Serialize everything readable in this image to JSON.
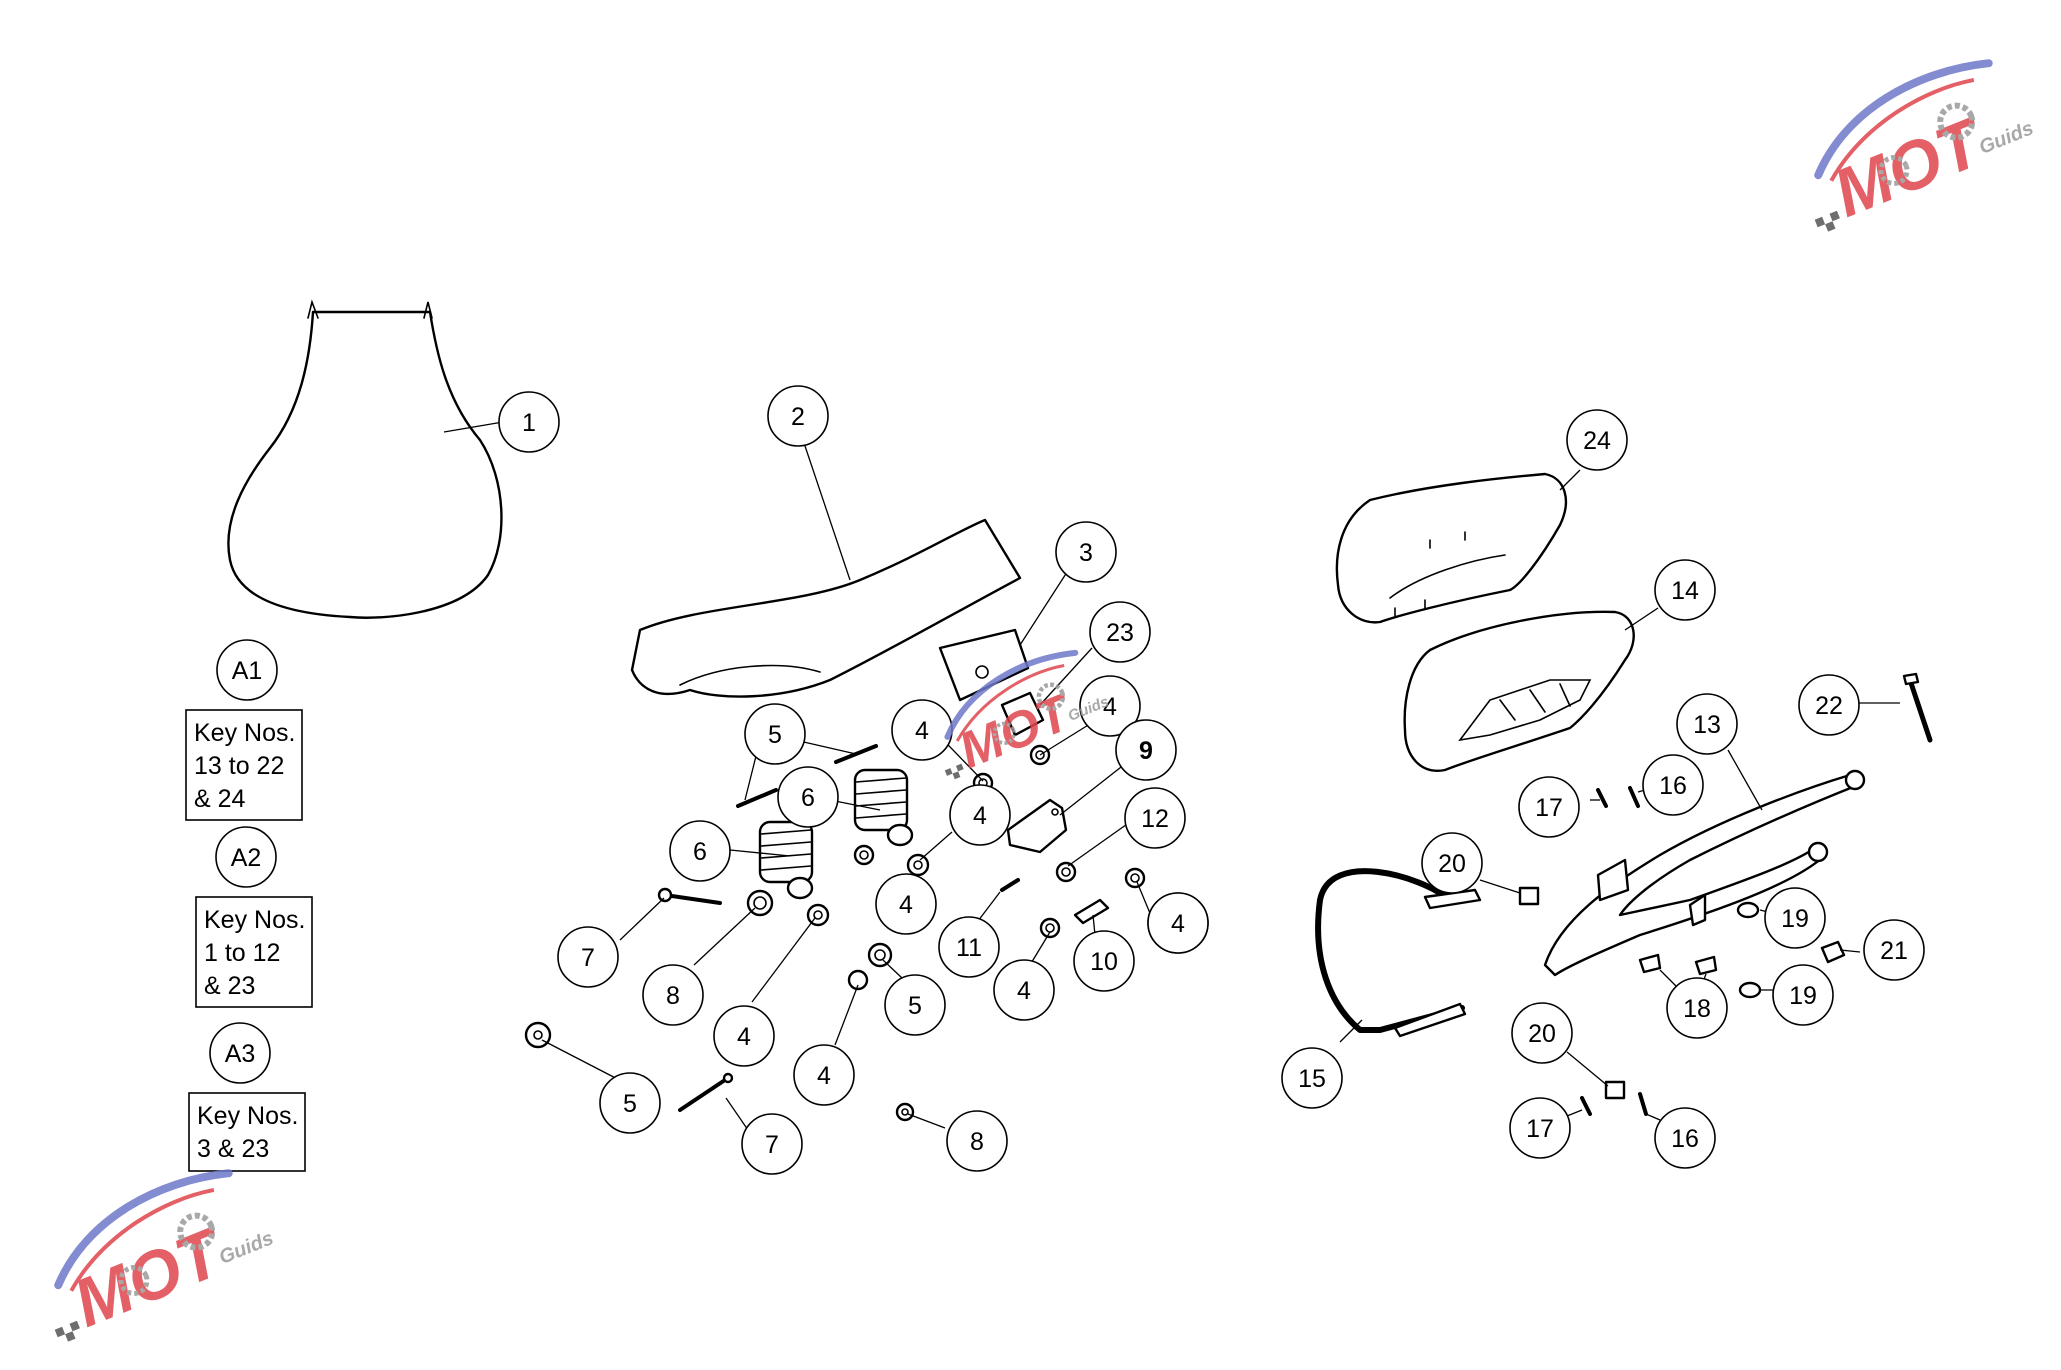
{
  "callouts": [
    {
      "id": "c1",
      "label": "1"
    },
    {
      "id": "c2",
      "label": "2"
    },
    {
      "id": "c3",
      "label": "3"
    },
    {
      "id": "c23",
      "label": "23"
    },
    {
      "id": "c4a",
      "label": "4"
    },
    {
      "id": "c4b",
      "label": "4"
    },
    {
      "id": "c9",
      "label": "9"
    },
    {
      "id": "c5a",
      "label": "5"
    },
    {
      "id": "c6a",
      "label": "6"
    },
    {
      "id": "c4c",
      "label": "4"
    },
    {
      "id": "c12",
      "label": "12"
    },
    {
      "id": "c6b",
      "label": "6"
    },
    {
      "id": "c4d",
      "label": "4"
    },
    {
      "id": "c4e",
      "label": "4"
    },
    {
      "id": "c7a",
      "label": "7"
    },
    {
      "id": "c8a",
      "label": "8"
    },
    {
      "id": "c11",
      "label": "11"
    },
    {
      "id": "c10",
      "label": "10"
    },
    {
      "id": "c4f",
      "label": "4"
    },
    {
      "id": "c4g",
      "label": "4"
    },
    {
      "id": "c5b",
      "label": "5"
    },
    {
      "id": "c4h",
      "label": "4"
    },
    {
      "id": "c5c",
      "label": "5"
    },
    {
      "id": "c4i",
      "label": "4"
    },
    {
      "id": "c7b",
      "label": "7"
    },
    {
      "id": "c8b",
      "label": "8"
    },
    {
      "id": "c24",
      "label": "24"
    },
    {
      "id": "c14",
      "label": "14"
    },
    {
      "id": "c13",
      "label": "13"
    },
    {
      "id": "c22",
      "label": "22"
    },
    {
      "id": "c17a",
      "label": "17"
    },
    {
      "id": "c16a",
      "label": "16"
    },
    {
      "id": "c20a",
      "label": "20"
    },
    {
      "id": "c19a",
      "label": "19"
    },
    {
      "id": "c21",
      "label": "21"
    },
    {
      "id": "c18",
      "label": "18"
    },
    {
      "id": "c19b",
      "label": "19"
    },
    {
      "id": "c20b",
      "label": "20"
    },
    {
      "id": "c15",
      "label": "15"
    },
    {
      "id": "c17b",
      "label": "17"
    },
    {
      "id": "c16b",
      "label": "16"
    }
  ],
  "assemblies": [
    {
      "id": "A1",
      "label": "A1",
      "key_lines": [
        "Key Nos.",
        "13 to 22",
        "& 24"
      ]
    },
    {
      "id": "A2",
      "label": "A2",
      "key_lines": [
        "Key Nos.",
        "1 to 12",
        "& 23"
      ]
    },
    {
      "id": "A3",
      "label": "A3",
      "key_lines": [
        "Key Nos.",
        "3 & 23"
      ]
    }
  ],
  "watermark": {
    "brand": "MOT",
    "sub": "Guids",
    "colors": {
      "red": "#e0454d",
      "blue": "#6e78c8",
      "grey": "#9a9a9a"
    }
  }
}
